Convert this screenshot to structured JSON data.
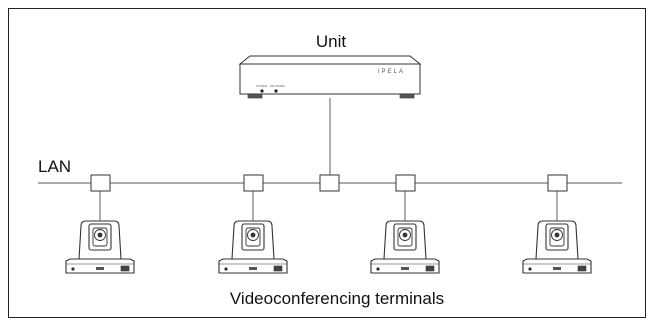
{
  "diagram": {
    "unit_label": "Unit",
    "unit_brand": "IPELA",
    "unit_indicators": [
      "POWER",
      "NETWORK"
    ],
    "lan_label": "LAN",
    "terminals_label": "Videoconferencing terminals",
    "terminal_count": 4
  },
  "colors": {
    "line": "#7a7a7a",
    "border": "#222222",
    "device_stroke": "#333333",
    "device_fill": "#ffffff"
  },
  "icons": [
    "network-connector-icon",
    "camera-terminal-icon",
    "unit-device-icon"
  ]
}
